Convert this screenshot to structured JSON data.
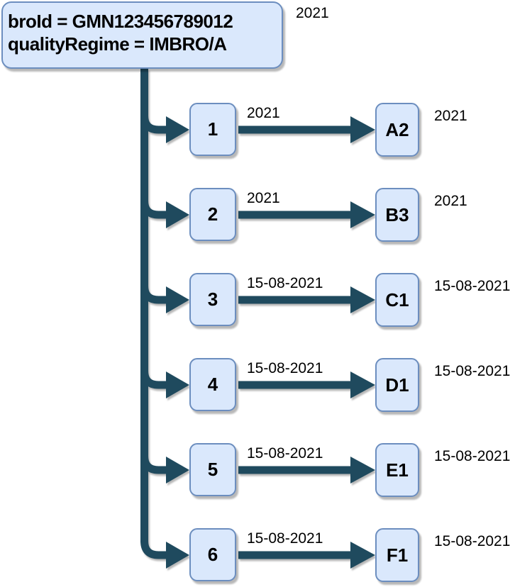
{
  "colors": {
    "connector": "#1f4a5e",
    "node_fill": "#dae8fc",
    "node_border": "#6c8ebf",
    "text": "#000000"
  },
  "root": {
    "line1": "broId = GMN123456789012",
    "line2": "qualityRegime = IMBRO/A",
    "annotation": "2021"
  },
  "branches": [
    {
      "id": "1",
      "edge_label": "2021",
      "target": "A2",
      "annotation": "2021"
    },
    {
      "id": "2",
      "edge_label": "2021",
      "target": "B3",
      "annotation": "2021"
    },
    {
      "id": "3",
      "edge_label": "15-08-2021",
      "target": "C1",
      "annotation": "15-08-2021"
    },
    {
      "id": "4",
      "edge_label": "15-08-2021",
      "target": "D1",
      "annotation": "15-08-2021"
    },
    {
      "id": "5",
      "edge_label": "15-08-2021",
      "target": "E1",
      "annotation": "15-08-2021"
    },
    {
      "id": "6",
      "edge_label": "15-08-2021",
      "target": "F1",
      "annotation": "15-08-2021"
    }
  ]
}
